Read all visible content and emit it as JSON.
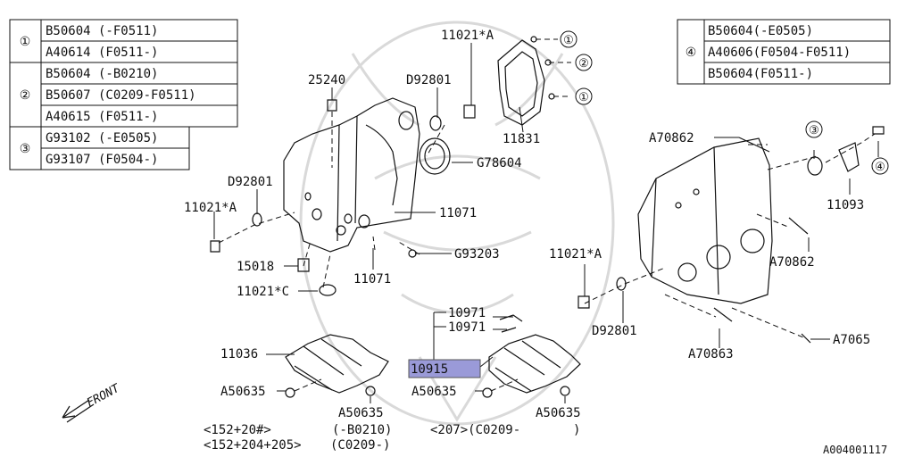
{
  "legend_left": {
    "groups": [
      {
        "marker": "①",
        "rows": [
          "B50604 (-F0511)",
          "A40614 (F0511-)"
        ]
      },
      {
        "marker": "②",
        "rows": [
          "B50604 (-B0210)",
          "B50607 (C0209-F0511)",
          "A40615 (F0511-)"
        ]
      },
      {
        "marker": "③",
        "rows": [
          "G93102 (-E0505)",
          "G93107 (F0504-)"
        ]
      }
    ]
  },
  "legend_right": {
    "marker": "④",
    "rows": [
      "B50604(-E0505)",
      "A40606(F0504-F0511)",
      "B50604(F0511-)"
    ]
  },
  "callouts": {
    "c_11021a_top": "11021*A",
    "c_25240": "25240",
    "c_d92801_top": "D92801",
    "c_11831": "11831",
    "c_g78604": "G78604",
    "c_d92801_left": "D92801",
    "c_11021a_left": "11021*A",
    "c_11071_a": "11071",
    "c_g93203": "G93203",
    "c_15018": "15018",
    "c_11071_b": "11071",
    "c_11021c": "11021*C",
    "c_a70862_top": "A70862",
    "c_11093": "11093",
    "c_11021a_right": "11021*A",
    "c_a70862_right": "A70862",
    "c_d92801_right": "D92801",
    "c_a70863": "A70863",
    "c_a7065": "A7065",
    "c_10971_a": "10971",
    "c_10971_b": "10971",
    "c_10915": "10915",
    "c_11036": "11036",
    "c_a50635_1": "A50635",
    "c_a50635_2": "A50635",
    "c_a50635_3": "A50635",
    "c_a50635_4": "A50635"
  },
  "circle_markers": {
    "m1a": "①",
    "m2": "②",
    "m1b": "①",
    "m3": "③",
    "m4": "④"
  },
  "footer": {
    "front": "FRONT",
    "note_1a": "<152+20#>",
    "note_1b": "<152+204+205>",
    "note_2a": "(-B0210)",
    "note_2b": "(C0209-)",
    "note_3a": "<207>(C0209-",
    "note_3b": ")",
    "diagram_id": "A004001117"
  },
  "colors": {
    "line": "#111111",
    "highlight": "#9a9ad8",
    "watermark": "#d9d9d9"
  }
}
